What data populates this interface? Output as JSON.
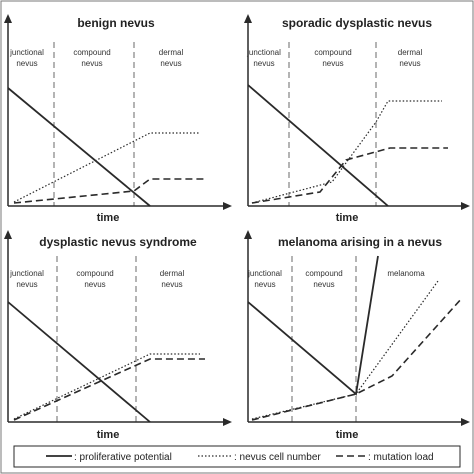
{
  "panels": [
    {
      "title": "benign nevus",
      "xlabel": "time",
      "phases": [
        {
          "label_lines": [
            "junctional",
            "nevus"
          ]
        },
        {
          "label_lines": [
            "compound",
            "nevus"
          ]
        },
        {
          "label_lines": [
            "dermal",
            "nevus"
          ]
        }
      ]
    },
    {
      "title": "sporadic dysplastic nevus",
      "xlabel": "time",
      "phases": [
        {
          "label_lines": [
            "junctional",
            "nevus"
          ]
        },
        {
          "label_lines": [
            "compound",
            "nevus"
          ]
        },
        {
          "label_lines": [
            "dermal",
            "nevus"
          ]
        }
      ]
    },
    {
      "title": "dysplastic nevus syndrome",
      "xlabel": "time",
      "phases": [
        {
          "label_lines": [
            "junctional",
            "nevus"
          ]
        },
        {
          "label_lines": [
            "compound",
            "nevus"
          ]
        },
        {
          "label_lines": [
            "dermal",
            "nevus"
          ]
        }
      ]
    },
    {
      "title": "melanoma arising in a nevus",
      "xlabel": "time",
      "phases": [
        {
          "label_lines": [
            "junctional",
            "nevus"
          ]
        },
        {
          "label_lines": [
            "compound",
            "nevus"
          ]
        },
        {
          "label_lines": [
            "melanoma"
          ]
        }
      ]
    }
  ],
  "legend": [
    {
      "key": "proliferative",
      "label": ": proliferative potential",
      "style": "solid"
    },
    {
      "key": "cellnumber",
      "label": ": nevus cell number",
      "style": "dotted"
    },
    {
      "key": "mutation",
      "label": ": mutation load",
      "style": "dashed"
    }
  ],
  "colors": {
    "line": "#2a2a2a",
    "axis": "#2a2a2a",
    "divider": "#6a6a6a",
    "frame": "#7a7a7a"
  }
}
